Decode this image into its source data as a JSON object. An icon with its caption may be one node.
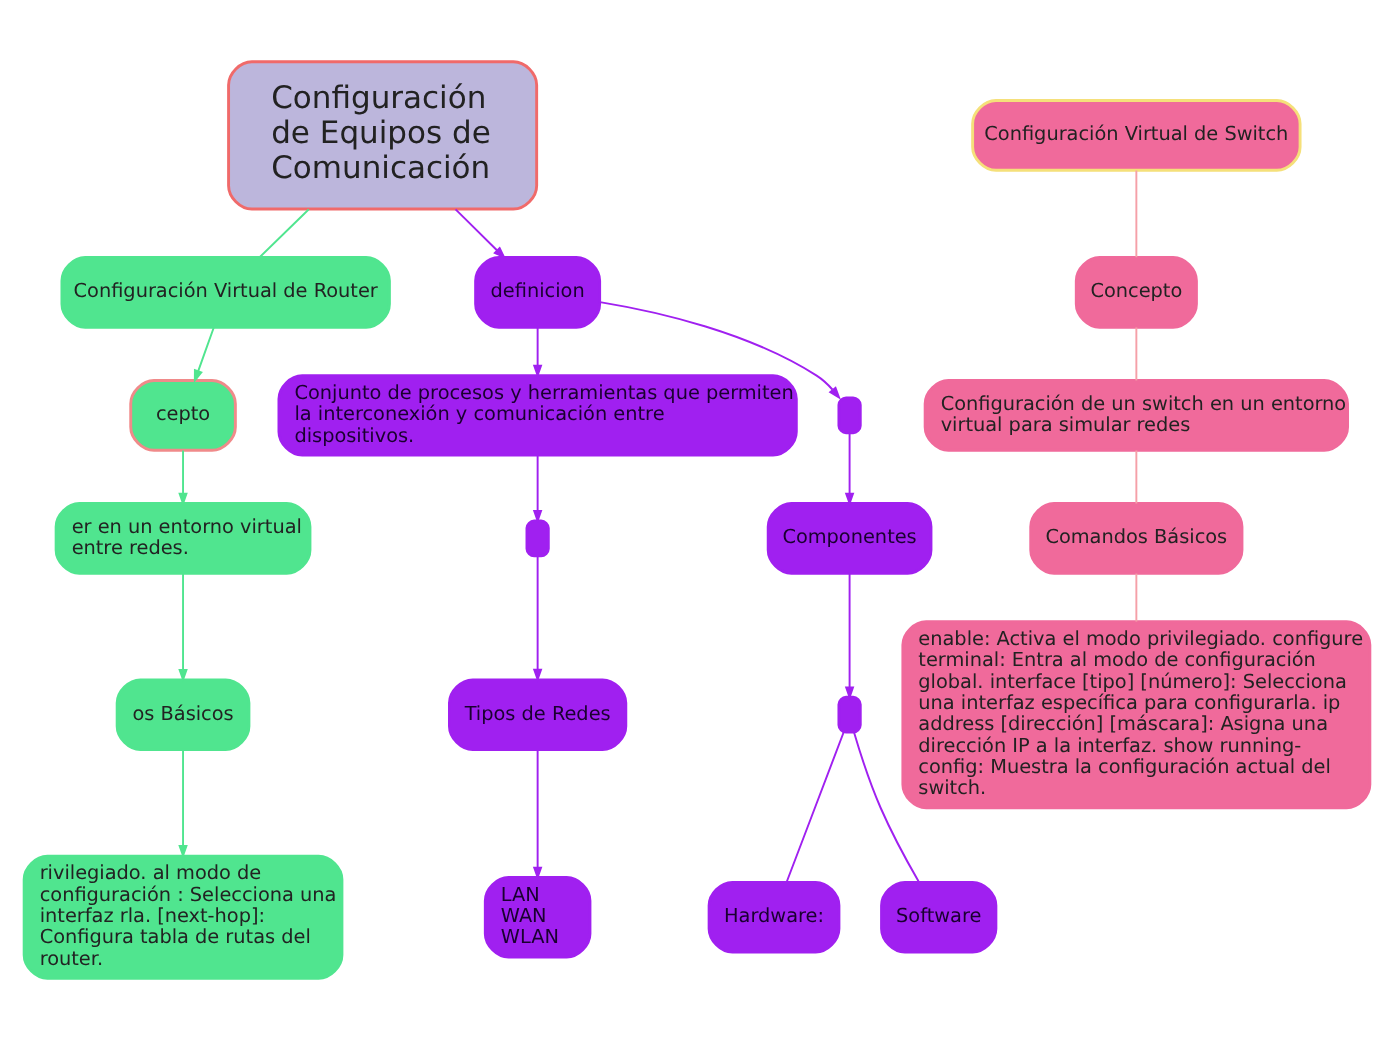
{
  "diagram": {
    "nodes": [
      {
        "text": [
          "Configuración de Equipos de Comunicación"
        ]
      },
      {
        "text": [
          "Configuración Virtual de Router"
        ]
      },
      {
        "text": [
          "cepto"
        ]
      },
      {
        "text": [
          "er en un entorno virtual entre redes."
        ]
      },
      {
        "text": [
          "os Básicos"
        ]
      },
      {
        "text": [
          "rivilegiado. al modo de configuración : Selecciona una interfaz rla. [next-hop]: Configura tabla de rutas del router."
        ]
      },
      {
        "text": [
          "definicion"
        ]
      },
      {
        "text": [
          "Conjunto de procesos y herramientas que permiten la interconexión y comunicación entre dispositivos."
        ]
      },
      {
        "text": [],
        "shape": "box"
      },
      {
        "text": [
          "Tipos de Redes"
        ]
      },
      {
        "text": [
          "LAN WAN WLAN"
        ]
      },
      {
        "text": [],
        "shape": "box"
      },
      {
        "text": [
          "Componentes"
        ]
      },
      {
        "text": [],
        "shape": "box"
      },
      {
        "text": [
          "Hardware:"
        ]
      },
      {
        "text": [
          "Software"
        ]
      },
      {
        "text": [
          "Configuración Virtual de Switch"
        ]
      },
      {
        "text": [
          "Concepto"
        ]
      },
      {
        "text": [
          "Configuración de un switch en un entorno virtual para simular redes"
        ]
      },
      {
        "text": [
          "Comandos Básicos"
        ]
      },
      {
        "text": [
          "enable: Activa el modo privilegiado. configure terminal: Entra al modo de configuración global. interface [tipo] [número]: Selecciona una interfaz específica para configurarla. ip address [dirección] [máscara]: Asigna una dirección IP a la interfaz. show running-config: Muestra la configuración actual del switch."
        ]
      }
    ],
    "edges": [
      {
        "from": 0,
        "to": 1,
        "arrow": "none",
        "color": "#50e58f"
      },
      {
        "from": 1,
        "to": 2,
        "arrow": "to",
        "color": "#50e58f"
      },
      {
        "from": 2,
        "to": 3,
        "arrow": "to",
        "color": "#50e58f"
      },
      {
        "from": 3,
        "to": 4,
        "arrow": "to",
        "color": "#50e58f"
      },
      {
        "from": 4,
        "to": 5,
        "arrow": "to",
        "color": "#50e58f"
      },
      {
        "from": 0,
        "to": 6,
        "arrow": "to"
      },
      {
        "from": 6,
        "to": 7,
        "arrow": "to"
      },
      {
        "from": 7,
        "to": 8,
        "arrow": "to"
      },
      {
        "from": 8,
        "to": 9,
        "arrow": "to"
      },
      {
        "from": 9,
        "to": 10,
        "arrow": "to"
      },
      {
        "from": 6,
        "to": 11,
        "arrow": "to"
      },
      {
        "from": 11,
        "to": 12,
        "arrow": "to"
      },
      {
        "from": 12,
        "to": 13,
        "arrow": "to"
      },
      {
        "from": 13,
        "to": 14,
        "arrow": "none"
      },
      {
        "from": 13,
        "to": 15,
        "arrow": "none"
      },
      {
        "from": 16,
        "to": 17,
        "arrow": "none",
        "color": "#f5a0a8"
      },
      {
        "from": 17,
        "to": 18,
        "arrow": "none",
        "color": "#f5a0a8"
      },
      {
        "from": 18,
        "to": 19,
        "arrow": "none",
        "color": "#f5a0a8"
      },
      {
        "from": 19,
        "to": 20,
        "arrow": "none",
        "color": "#f5a0a8"
      }
    ]
  }
}
